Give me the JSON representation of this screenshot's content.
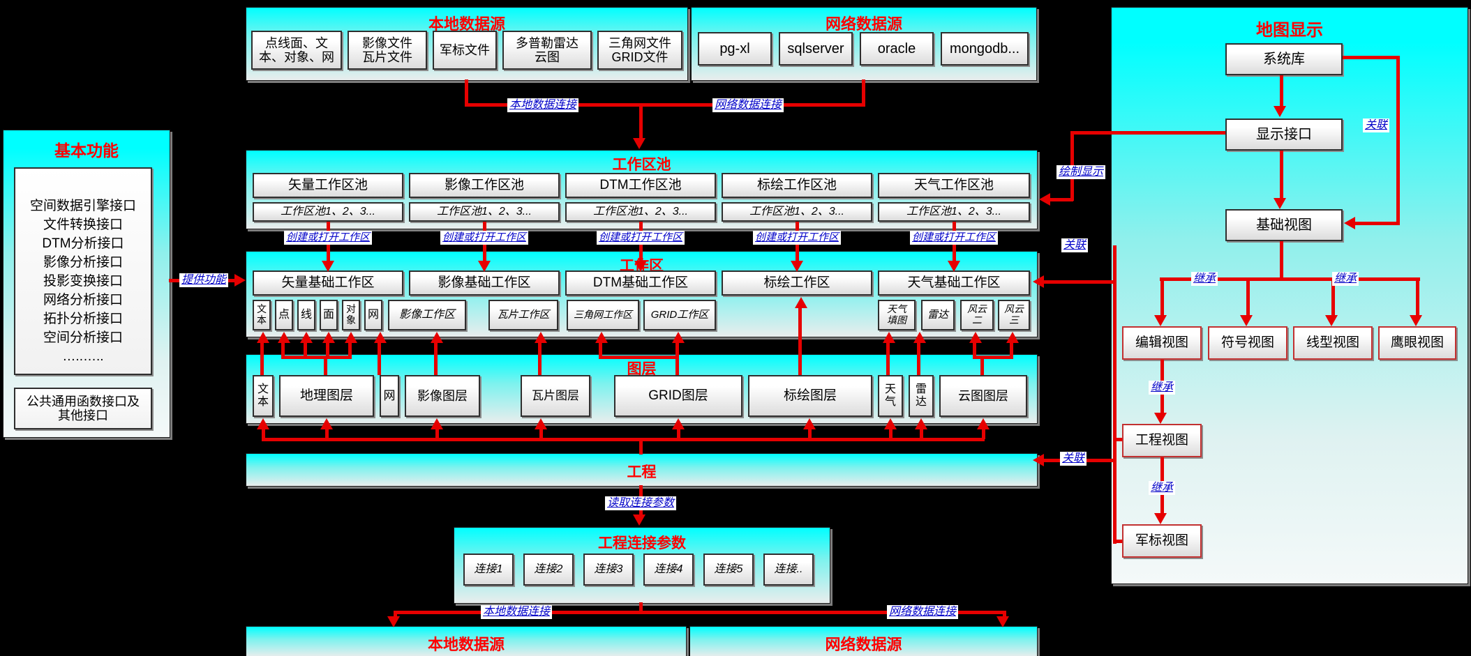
{
  "top_local": {
    "title": "本地数据源",
    "items": [
      "点线面、文\n本、对象、网",
      "影像文件\n瓦片文件",
      "军标文件",
      "多普勒雷达\n云图",
      "三角网文件\nGRID文件"
    ]
  },
  "top_network": {
    "title": "网络数据源",
    "items": [
      "pg-xl",
      "sqlserver",
      "oracle",
      "mongodb..."
    ]
  },
  "basic_functions": {
    "title": "基本功能",
    "interfaces": [
      "空间数据引擎接口",
      "文件转换接口",
      "DTM分析接口",
      "影像分析接口",
      "投影变换接口",
      "网络分析接口",
      "拓扑分析接口",
      "空间分析接口",
      "…..….."
    ],
    "common": "公共通用函数接口及\n其他接口"
  },
  "workspace_pool": {
    "title": "工作区池",
    "pools": [
      "矢量工作区池",
      "影像工作区池",
      "DTM工作区池",
      "标绘工作区池",
      "天气工作区池"
    ],
    "instances": "工作区池1、2、3..."
  },
  "workspace": {
    "title": "工作区",
    "bases": [
      "矢量基础工作区",
      "影像基础工作区",
      "DTM基础工作区",
      "标绘工作区",
      "天气基础工作区"
    ],
    "vector_items": [
      "文\n本",
      "点",
      "线",
      "面",
      "对\n象",
      "网"
    ],
    "sub_items": [
      "影像工作区",
      "瓦片工作区",
      "三角网工作区",
      "GRID工作区"
    ],
    "weather_items": [
      "天气\n填图",
      "雷达",
      "风云\n二",
      "风云\n三"
    ]
  },
  "layers": {
    "title": "图层",
    "items": [
      "文\n本",
      "地理图层",
      "网",
      "影像图层",
      "瓦片图层",
      "GRID图层",
      "标绘图层",
      "天\n气",
      "雷\n达",
      "云图图层"
    ]
  },
  "project": {
    "title": "工程"
  },
  "project_conn": {
    "title": "工程连接参数",
    "items": [
      "连接1",
      "连接2",
      "连接3",
      "连接4",
      "连接5",
      "连接.."
    ]
  },
  "bottom_local": {
    "title": "本地数据源"
  },
  "bottom_network": {
    "title": "网络数据源"
  },
  "map_display": {
    "title": "地图显示",
    "system_lib": "系统库",
    "display_interface": "显示接口",
    "base_view": "基础视图",
    "edit_view": "编辑视图",
    "symbol_view": "符号视图",
    "linetype_view": "线型视图",
    "eagle_eye_view": "鹰眼视图",
    "project_view": "工程视图",
    "military_view": "军标视图"
  },
  "edge_labels": {
    "local_conn": "本地数据连接",
    "network_conn": "网络数据连接",
    "create_open": "创建或打开工作区",
    "provide": "提供功能",
    "read_params": "读取连接参数",
    "draw_display": "绘制显示",
    "assoc": "关联",
    "inherit": "继承"
  },
  "colors": {
    "arrow_red": "#E60000",
    "title_red": "#FF0000",
    "label_blue": "#0000C8",
    "cyan": "#00FFFF",
    "background": "#000000"
  }
}
